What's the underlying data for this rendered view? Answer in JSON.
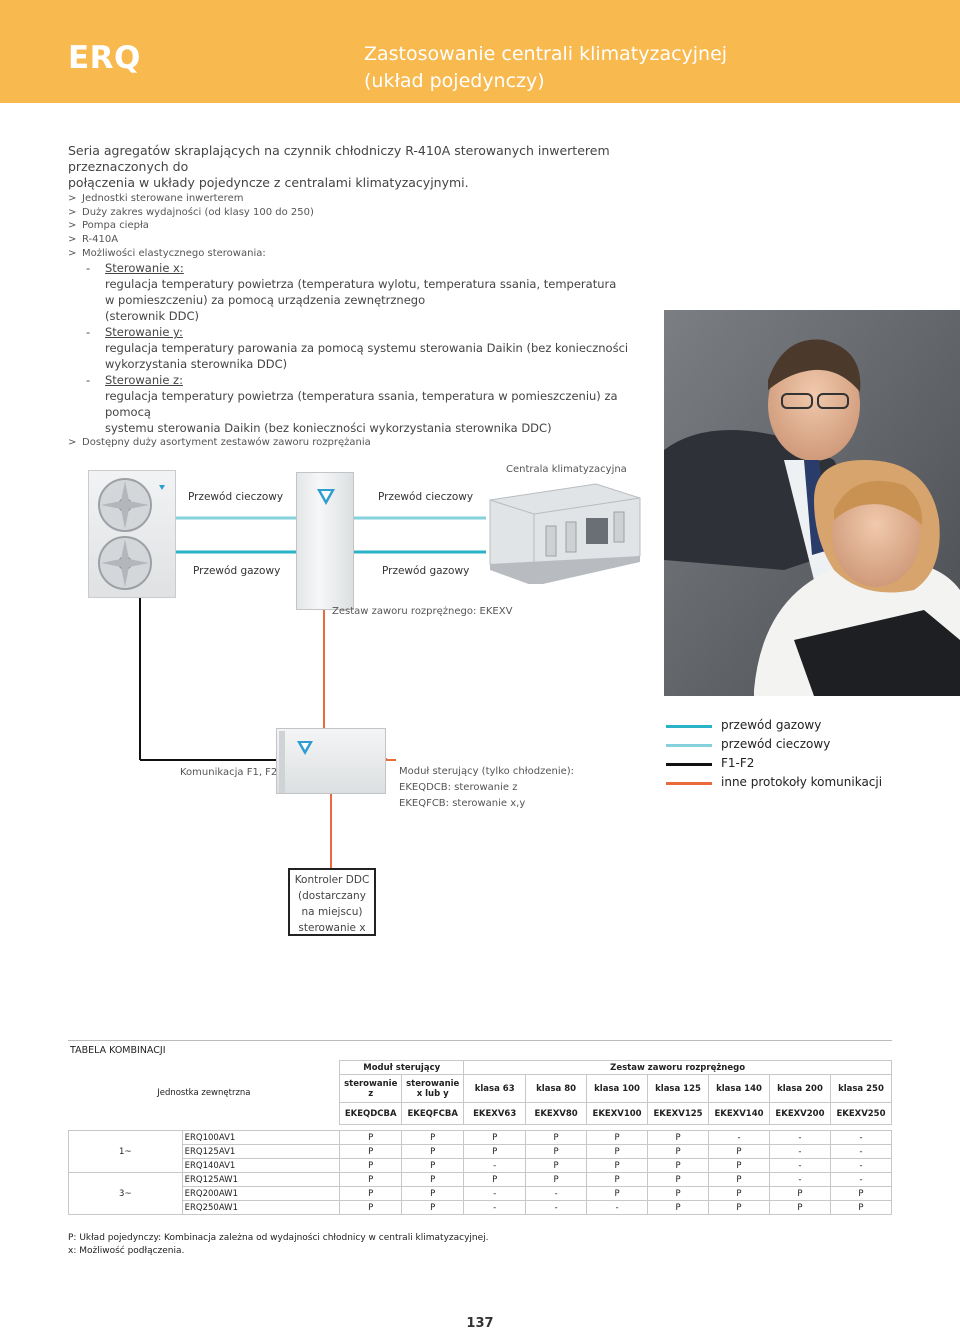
{
  "header": {
    "code": "ERQ",
    "title_line1": "Zastosowanie centrali klimatyzacyjnej",
    "title_line2": "(układ pojedynczy)"
  },
  "intro": {
    "line1": "Seria agregatów skraplających na czynnik chłodniczy R-410A sterowanych inwerterem przeznaczonych do",
    "line2": "połączenia w układy pojedyncze z centralami klimatyzacyjnymi."
  },
  "features": {
    "bullet": ">",
    "items": [
      "Jednostki sterowane inwerterem",
      "Duży zakres wydajności (od klasy 100 do 250)",
      "Pompa ciepła",
      "R-410A",
      "Możliwości elastycznego sterowania:"
    ],
    "last": "Dostępny duży asortyment zestawów zaworu rozprężania"
  },
  "controls": [
    {
      "dash": "-",
      "name": "Sterowanie x:",
      "desc": [
        "regulacja temperatury powietrza (temperatura wylotu, temperatura ssania, temperatura",
        "w pomieszczeniu) za pomocą urządzenia zewnętrznego",
        "(sterownik DDC)"
      ]
    },
    {
      "dash": "-",
      "name": "Sterowanie y:",
      "desc": [
        "regulacja temperatury parowania za pomocą systemu sterowania Daikin (bez konieczności",
        "wykorzystania sterownika DDC)"
      ]
    },
    {
      "dash": "-",
      "name": "Sterowanie z:",
      "desc": [
        "regulacja temperatury powietrza (temperatura ssania, temperatura w pomieszczeniu) za pomocą",
        "systemu sterowania Daikin (bez konieczności wykorzystania sterownika DDC)"
      ]
    }
  ],
  "diagram": {
    "ahu_label": "Centrala klimatyzacyjna",
    "liquid_1": "Przewód cieczowy",
    "liquid_2": "Przewód cieczowy",
    "gas_1": "Przewód gazowy",
    "gas_2": "Przewód gazowy",
    "valve_kit": "Zestaw zaworu rozprężnego: EKEXV",
    "comm": "Komunikacja F1, F2",
    "module_1": "Moduł sterujący (tylko chłodzenie):",
    "module_2": "EKEQDCB: sterowanie z",
    "module_3": "EKEQFCB: sterowanie x,y",
    "ddc": [
      "Kontroler DDC",
      "(dostarczany",
      "na miejscu)",
      "sterowanie x"
    ]
  },
  "legend": [
    {
      "label": "przewód gazowy",
      "color": "#2ab3c6"
    },
    {
      "label": "przewód cieczowy",
      "color": "#86d2dc"
    },
    {
      "label": "F1-F2",
      "color": "#111111"
    },
    {
      "label": "inne protokoły komunikacji",
      "color": "#e96b3c"
    }
  ],
  "table": {
    "title": "TABELA KOMBINACJI",
    "outdoor_header": "Jednostka zewnętrzna",
    "group_module": "Moduł sterujący",
    "group_valve": "Zestaw zaworu rozprężnego",
    "sub_headers": [
      "sterowanie z",
      "sterowanie x lub y",
      "klasa 63",
      "klasa 80",
      "klasa 100",
      "klasa 125",
      "klasa 140",
      "klasa 200",
      "klasa 250"
    ],
    "codes": [
      "EKEQDCBA",
      "EKEQFCBA",
      "EKEXV63",
      "EKEXV80",
      "EKEXV100",
      "EKEXV125",
      "EKEXV140",
      "EKEXV200",
      "EKEXV250"
    ],
    "groups": [
      {
        "phase": "1~",
        "rows": [
          {
            "model": "ERQ100AV1",
            "cells": [
              "P",
              "P",
              "P",
              "P",
              "P",
              "P",
              "-",
              "-",
              "-"
            ]
          },
          {
            "model": "ERQ125AV1",
            "cells": [
              "P",
              "P",
              "P",
              "P",
              "P",
              "P",
              "P",
              "-",
              "-"
            ]
          },
          {
            "model": "ERQ140AV1",
            "cells": [
              "P",
              "P",
              "-",
              "P",
              "P",
              "P",
              "P",
              "-",
              "-"
            ]
          }
        ]
      },
      {
        "phase": "3~",
        "rows": [
          {
            "model": "ERQ125AW1",
            "cells": [
              "P",
              "P",
              "P",
              "P",
              "P",
              "P",
              "P",
              "-",
              "-"
            ]
          },
          {
            "model": "ERQ200AW1",
            "cells": [
              "P",
              "P",
              "-",
              "-",
              "P",
              "P",
              "P",
              "P",
              "P"
            ]
          },
          {
            "model": "ERQ250AW1",
            "cells": [
              "P",
              "P",
              "-",
              "-",
              "-",
              "P",
              "P",
              "P",
              "P"
            ]
          }
        ]
      }
    ]
  },
  "footnotes": [
    "P: Układ pojedynczy: Kombinacja zależna od wydajności chłodnicy w centrali klimatyzacyjnej.",
    "x: Możliwość podłączenia."
  ],
  "page_number": "137",
  "colors": {
    "header_bg": "#f8b94e",
    "gas_line": "#2ab3c6",
    "liquid_line": "#86d2dc",
    "comm_line": "#111111",
    "other_line": "#e96b3c"
  }
}
